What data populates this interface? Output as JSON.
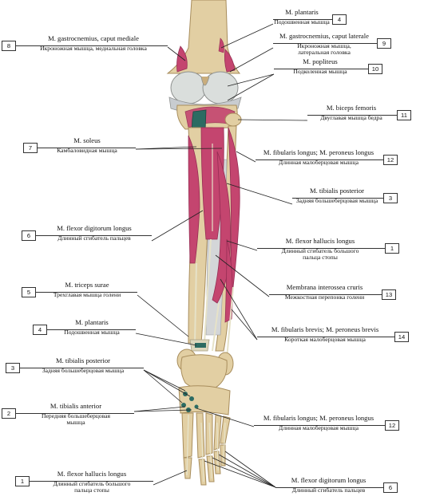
{
  "colors": {
    "bone": "#e2cfa3",
    "bone_shade": "#c9ad7c",
    "muscle": "#c4456f",
    "muscle_dark": "#962d54",
    "cartilage": "#d8dcdc",
    "ligament": "#c8ccd0",
    "tendon": "#e6e2c8",
    "soleus_stump": "#2c6b62",
    "leader_line": "#222222"
  },
  "labels": [
    {
      "num": "8",
      "latin": "M. gastrocnemius, caput mediale",
      "russian": [
        "Икроножная мышца, медиальная головка"
      ]
    },
    {
      "num": "4",
      "latin": "M. plantaris",
      "russian": [
        "Подошвенная мышца"
      ]
    },
    {
      "num": "9",
      "latin": "M. gastrocnemius, caput laterale",
      "russian": [
        "Икроножная мышца,",
        "латеральная головка"
      ]
    },
    {
      "num": "10",
      "latin": "M. popliteus",
      "russian": [
        "Подколенная мышца"
      ]
    },
    {
      "num": "11",
      "latin": "M. biceps femoris",
      "russian": [
        "Двуглавая мышца бедра"
      ]
    },
    {
      "num": "7",
      "latin": "M. soleus",
      "russian": [
        "Камбаловидная мышца"
      ]
    },
    {
      "num": "12",
      "latin": "M. fibularis longus; M. peroneus longus",
      "russian": [
        "Длинная малоберцовая мышца"
      ]
    },
    {
      "num": "3",
      "latin": "M. tibialis posterior",
      "russian": [
        "Задняя большеберцовая мышца"
      ]
    },
    {
      "num": "6",
      "latin": "M. flexor digitorum longus",
      "russian": [
        "Длинный сгибатель пальцев"
      ]
    },
    {
      "num": "1",
      "latin": "M. flexor hallucis longus",
      "russian": [
        "Длинный сгибатель большого",
        "пальца стопы"
      ]
    },
    {
      "num": "5",
      "latin": "M. triceps surae",
      "russian": [
        "Трехглавая мышца голени"
      ]
    },
    {
      "num": "13",
      "latin": "Membrana interossea cruris",
      "russian": [
        "Межкостная перепонка голени"
      ]
    },
    {
      "num": "4",
      "latin": "M. plantaris",
      "russian": [
        "Подошвенная мышца"
      ]
    },
    {
      "num": "14",
      "latin": "M. fibularis brevis; M. peroneus brevis",
      "russian": [
        "Короткая малоберцовая мышца"
      ]
    },
    {
      "num": "3",
      "latin": "M. tibialis posterior",
      "russian": [
        "Задняя большеберцовая мышца"
      ]
    },
    {
      "num": "2",
      "latin": "M. tibialis anterior",
      "russian": [
        "Передняя большеберцовая",
        "мышца"
      ]
    },
    {
      "num": "12",
      "latin": "M. fibularis longus; M. peroneus longus",
      "russian": [
        "Длинная малоберцовая мышца"
      ]
    },
    {
      "num": "1",
      "latin": "M. flexor hallucis longus",
      "russian": [
        "Длинный сгибатель большого",
        "пальца стопы"
      ]
    },
    {
      "num": "6",
      "latin": "M. flexor digitorum longus",
      "russian": [
        "Длинный сгибатель пальцев"
      ]
    }
  ]
}
